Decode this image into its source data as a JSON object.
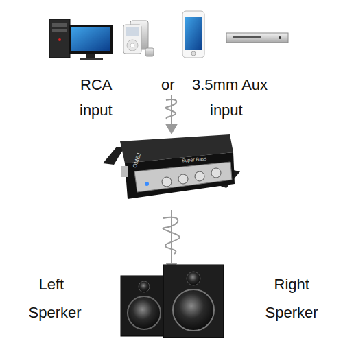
{
  "diagram": {
    "labels": [
      "RCA",
      "or",
      "3.5mm Aux",
      "input",
      "input",
      "OMEJ",
      "Super Bass",
      "Left",
      "Right",
      "Sperker",
      "Sperker"
    ]
  }
}
